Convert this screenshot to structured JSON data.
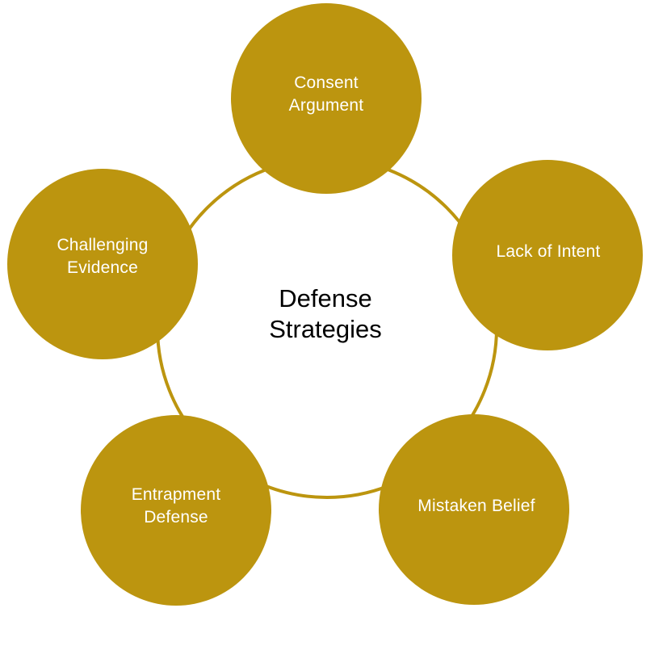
{
  "diagram": {
    "center_title": "Defense\nStrategies",
    "nodes": [
      {
        "id": "consent",
        "label": "Consent\nArgument"
      },
      {
        "id": "intent",
        "label": "Lack of Intent"
      },
      {
        "id": "mistaken",
        "label": "Mistaken Belief"
      },
      {
        "id": "entrapment",
        "label": "Entrapment\nDefense"
      },
      {
        "id": "evidence",
        "label": "Challenging\nEvidence"
      }
    ],
    "colors": {
      "accent": "#bc950f",
      "node_text": "#ffffff",
      "center_text": "#000000",
      "background": "#ffffff"
    }
  }
}
